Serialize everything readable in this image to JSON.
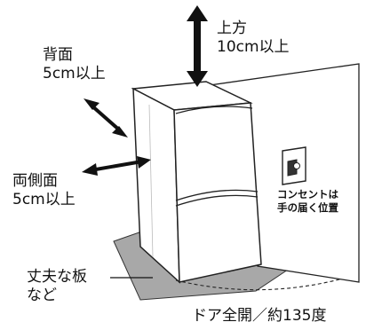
{
  "labels": {
    "top_line1": "上方",
    "top_line2": "10cm以上",
    "back_line1": "背面",
    "back_line2": "5cm以上",
    "sides_line1": "両側面",
    "sides_line2": "5cm以上",
    "outlet_line1": "コンセントは",
    "outlet_line2": "手の届く位置",
    "board_line1": "丈夫な板",
    "board_line2": "など",
    "door_open": "ドア全開／約135度"
  }
}
